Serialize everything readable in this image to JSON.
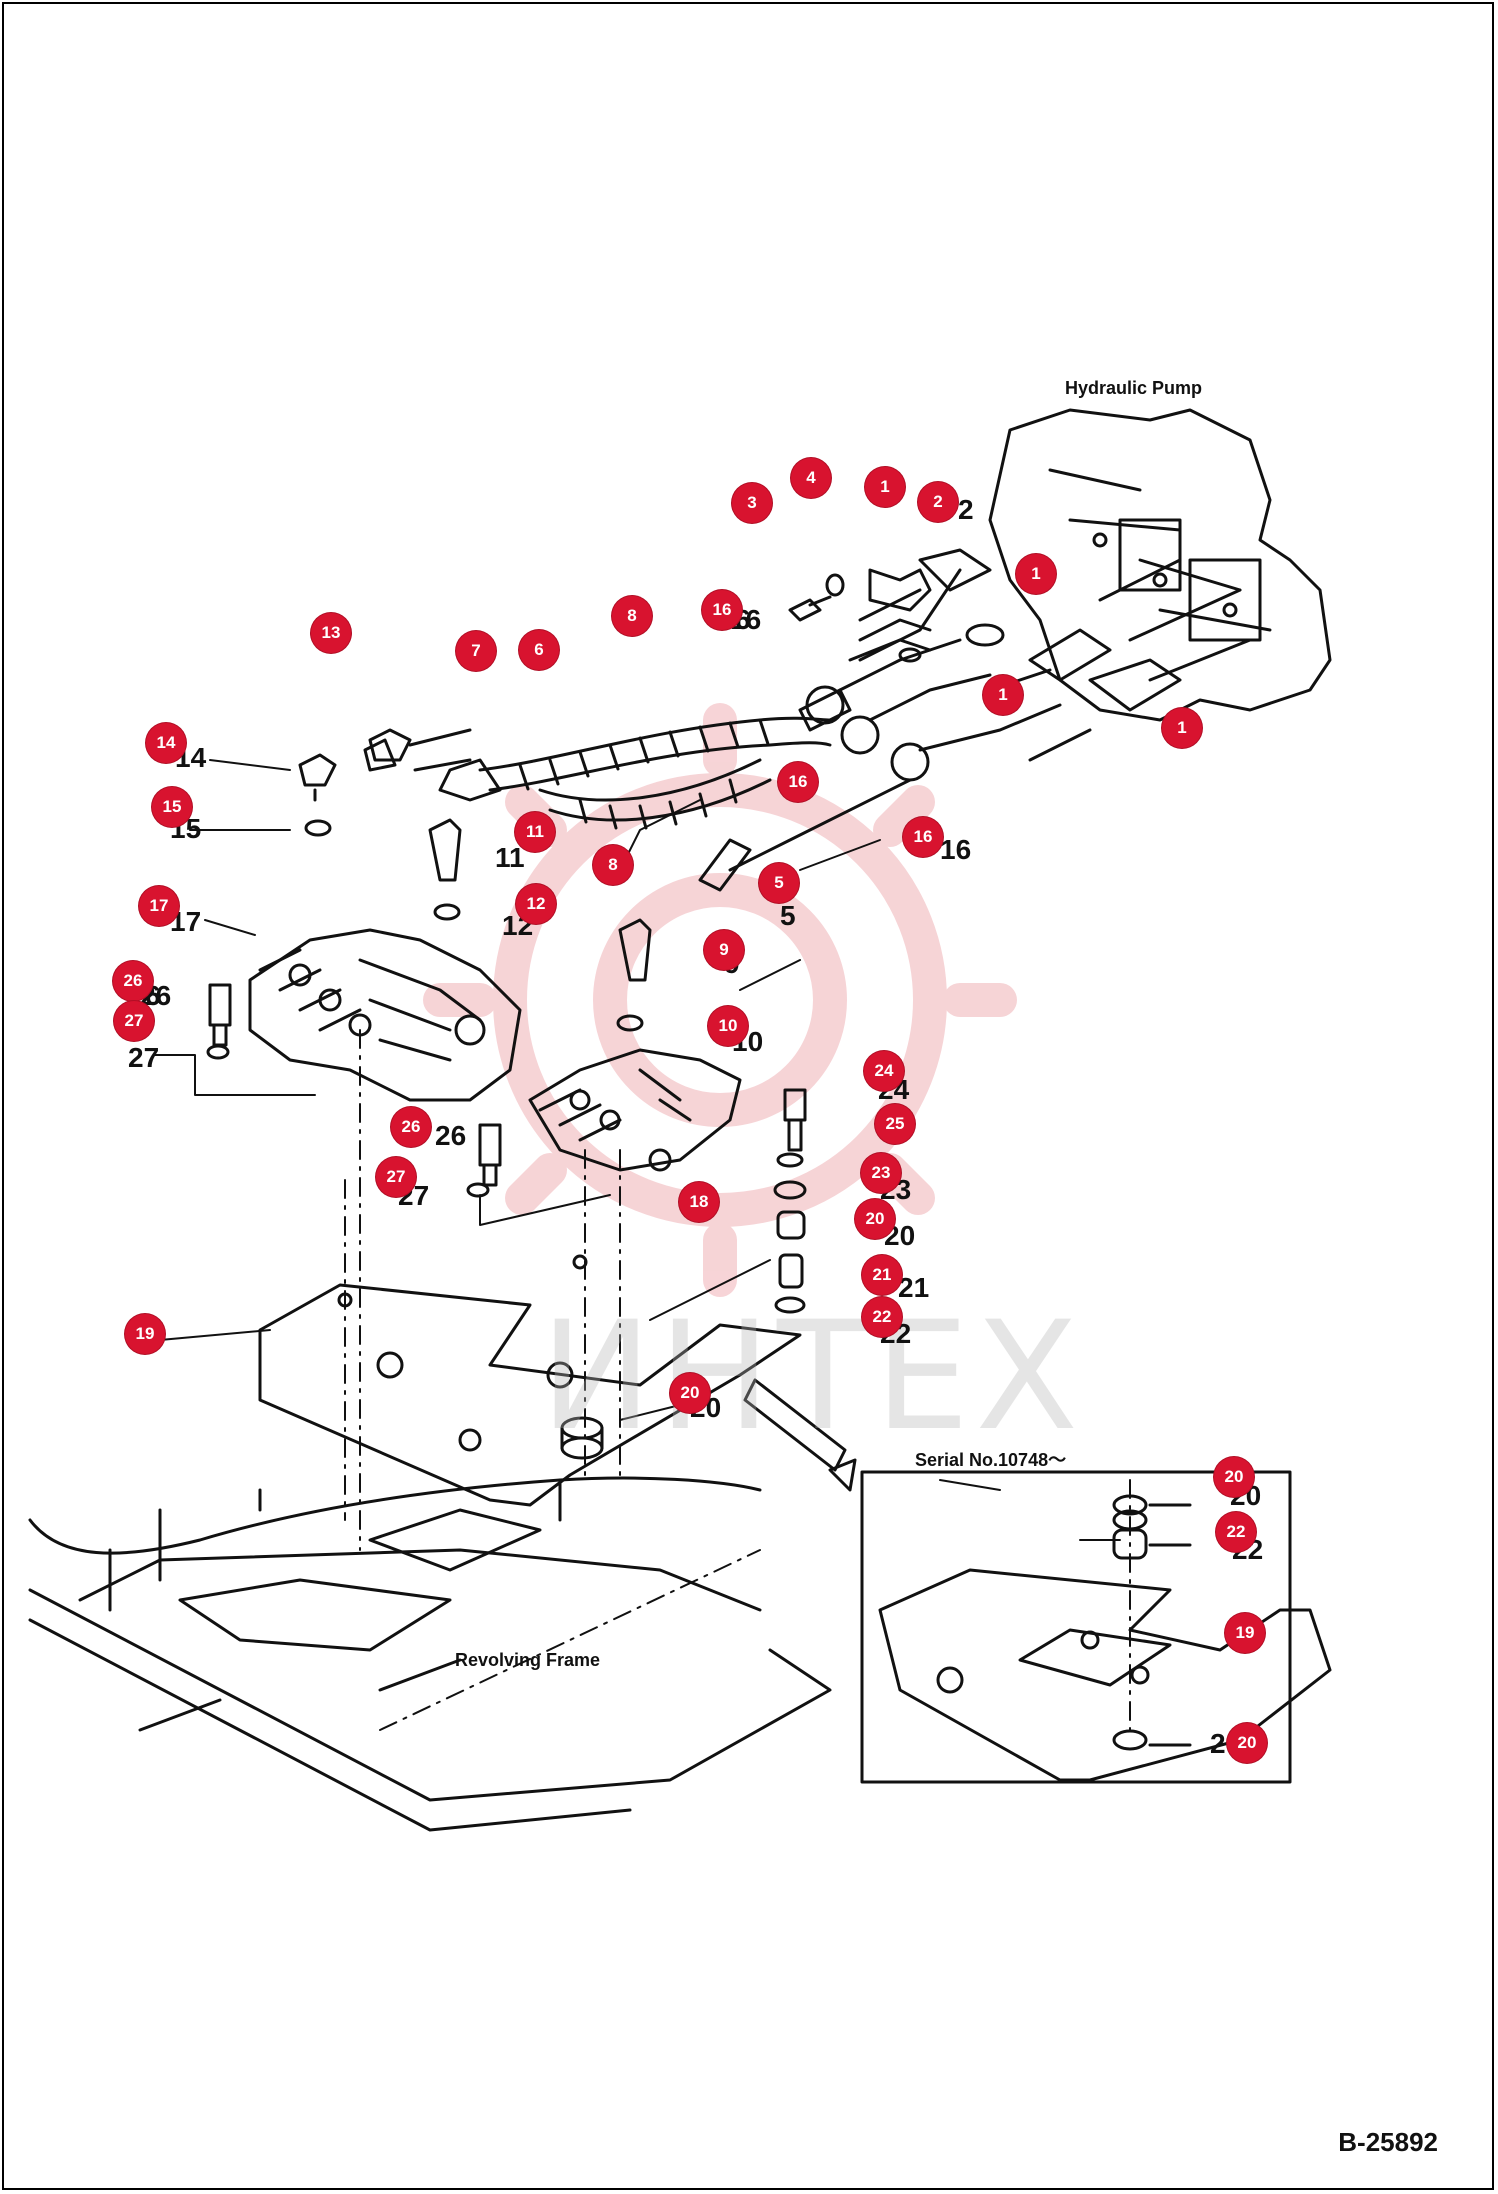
{
  "labels": {
    "pump": "Hydraulic Pump",
    "frame": "Revolving Frame",
    "serial": "Serial No.10748～",
    "watermark": "ИНТЕХ",
    "docnum": "B-25892"
  },
  "part_numbers": [
    "2",
    "6",
    "14",
    "15",
    "17",
    "6",
    "27",
    "11",
    "12",
    "5",
    "9",
    "10",
    "24",
    "23",
    "20",
    "21",
    "22",
    "26",
    "27",
    "16",
    "16",
    "26",
    "20",
    "20",
    "22",
    "20"
  ],
  "callouts": [
    "3",
    "4",
    "1",
    "2",
    "1",
    "1",
    "1",
    "16",
    "8",
    "6",
    "7",
    "13",
    "14",
    "15",
    "16",
    "8",
    "11",
    "12",
    "5",
    "17",
    "9",
    "26",
    "27",
    "10",
    "24",
    "25",
    "23",
    "26",
    "27",
    "18",
    "20",
    "21",
    "22",
    "19",
    "20",
    "16",
    "20",
    "22",
    "19",
    "20"
  ],
  "colors": {
    "callout": "#d8132f",
    "line": "#111111",
    "watermark": "#f2b8bd"
  }
}
